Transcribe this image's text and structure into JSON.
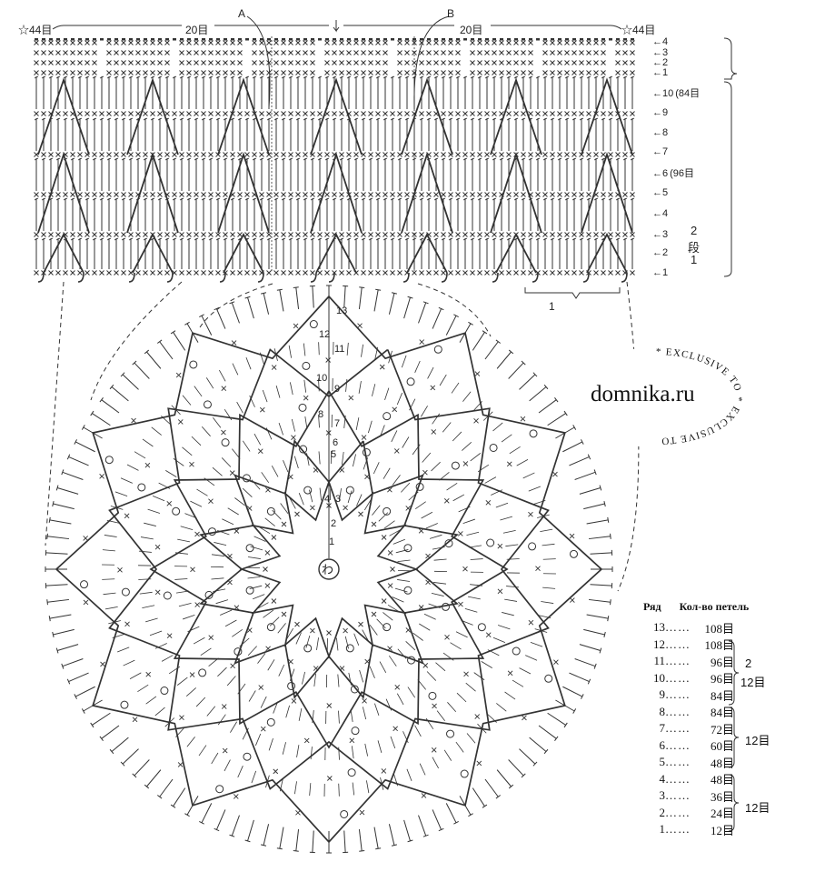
{
  "header": {
    "left_star_label": "☆44目",
    "right_star_label": "☆44目",
    "left_span_label": "20目",
    "right_span_label": "20目",
    "point_a": "A",
    "point_b": "B",
    "repeat_label": "1"
  },
  "band_rows": {
    "top_rows": [
      "4",
      "3",
      "2",
      "1"
    ],
    "main_rows": [
      "10",
      "9",
      "8",
      "7",
      "6",
      "5",
      "4",
      "3",
      "2",
      "1"
    ],
    "note_row10": "(84目",
    "note_row6": "(96目",
    "dan_label_top": "2",
    "dan_label_mid": "段",
    "dan_label_bottom": "1"
  },
  "circle": {
    "center_label": "わ",
    "round_numbers": [
      "13",
      "12",
      "11",
      "10",
      "9",
      "8",
      "7",
      "6",
      "5",
      "4",
      "3",
      "2",
      "1"
    ]
  },
  "watermark": {
    "ring_text": "* EXCLUSIVE TO * EXCLUSIVE TO",
    "domain": "domnika.ru"
  },
  "stitch_table": {
    "col_row": "Ряд",
    "col_count": "Кол-во петель",
    "rows": [
      {
        "row": "13",
        "dots": "……",
        "count": "108目"
      },
      {
        "row": "12",
        "dots": "……",
        "count": "108目"
      },
      {
        "row": "11",
        "dots": "……",
        "count": "96目"
      },
      {
        "row": "10",
        "dots": "……",
        "count": "96目"
      },
      {
        "row": "9",
        "dots": "……",
        "count": "84目"
      },
      {
        "row": "8",
        "dots": "……",
        "count": "84目"
      },
      {
        "row": "7",
        "dots": "……",
        "count": "72目"
      },
      {
        "row": "6",
        "dots": "……",
        "count": "60目"
      },
      {
        "row": "5",
        "dots": "……",
        "count": "48目"
      },
      {
        "row": "4",
        "dots": "……",
        "count": "48目"
      },
      {
        "row": "3",
        "dots": "……",
        "count": "36目"
      },
      {
        "row": "2",
        "dots": "……",
        "count": "24目"
      },
      {
        "row": "1",
        "dots": "……",
        "count": "12目"
      }
    ],
    "group1_top": "2",
    "group1_bottom": "12目",
    "group2": "12目",
    "group3": "12目"
  }
}
